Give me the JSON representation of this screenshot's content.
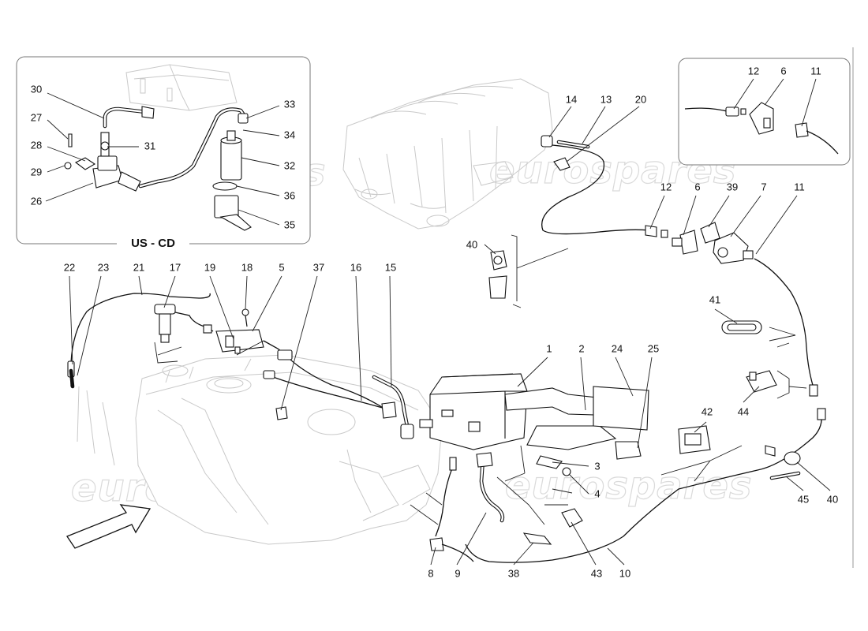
{
  "diagram": {
    "inset_label": "US - CD",
    "watermark": "eurospares",
    "callouts": {
      "c1": "1",
      "c2": "2",
      "c3": "3",
      "c4": "4",
      "c5": "5",
      "c6_main": "6",
      "c7": "7",
      "c8": "8",
      "c9": "9",
      "c10": "10",
      "c11_main": "11",
      "c12_main": "12",
      "c13": "13",
      "c14": "14",
      "c15": "15",
      "c16": "16",
      "c17": "17",
      "c18": "18",
      "c19": "19",
      "c20": "20",
      "c21": "21",
      "c22": "22",
      "c23": "23",
      "c24": "24",
      "c25": "25",
      "c26": "26",
      "c27": "27",
      "c28": "28",
      "c29": "29",
      "c30": "30",
      "c31": "31",
      "c32": "32",
      "c33": "33",
      "c34": "34",
      "c35": "35",
      "c36": "36",
      "c37": "37",
      "c38": "38",
      "c39": "39",
      "c40_top": "40",
      "c40_bottom": "40",
      "c41": "41",
      "c42": "42",
      "c43": "43",
      "c44": "44",
      "c45": "45",
      "c12_inset": "12",
      "c6_inset": "6",
      "c11_inset": "11"
    }
  }
}
